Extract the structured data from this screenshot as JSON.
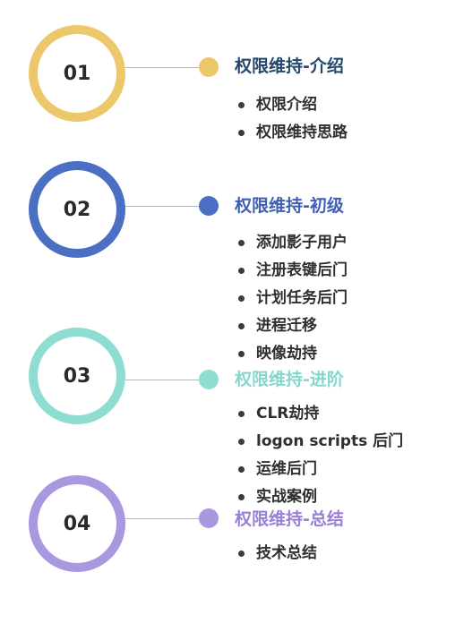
{
  "colors": {
    "s1": "#ecc76b",
    "s2": "#4a6fc3",
    "s3": "#8fdcd0",
    "s4": "#a997e0",
    "title1": "#25476b",
    "title2": "#3f5fb6",
    "title3": "#86d7cb",
    "title4": "#9a7fd9"
  },
  "sections": [
    {
      "number": "01",
      "title": "权限维持-介绍",
      "items": [
        "权限介绍",
        "权限维持思路"
      ]
    },
    {
      "number": "02",
      "title": "权限维持-初级",
      "items": [
        "添加影子用户",
        "注册表键后门",
        "计划任务后门",
        "进程迁移",
        "映像劫持"
      ]
    },
    {
      "number": "03",
      "title": "权限维持-进阶",
      "items": [
        "CLR劫持",
        "logon scripts 后门",
        "运维后门",
        "实战案例"
      ]
    },
    {
      "number": "04",
      "title": "权限维持-总结",
      "items": [
        "技术总结"
      ]
    }
  ]
}
